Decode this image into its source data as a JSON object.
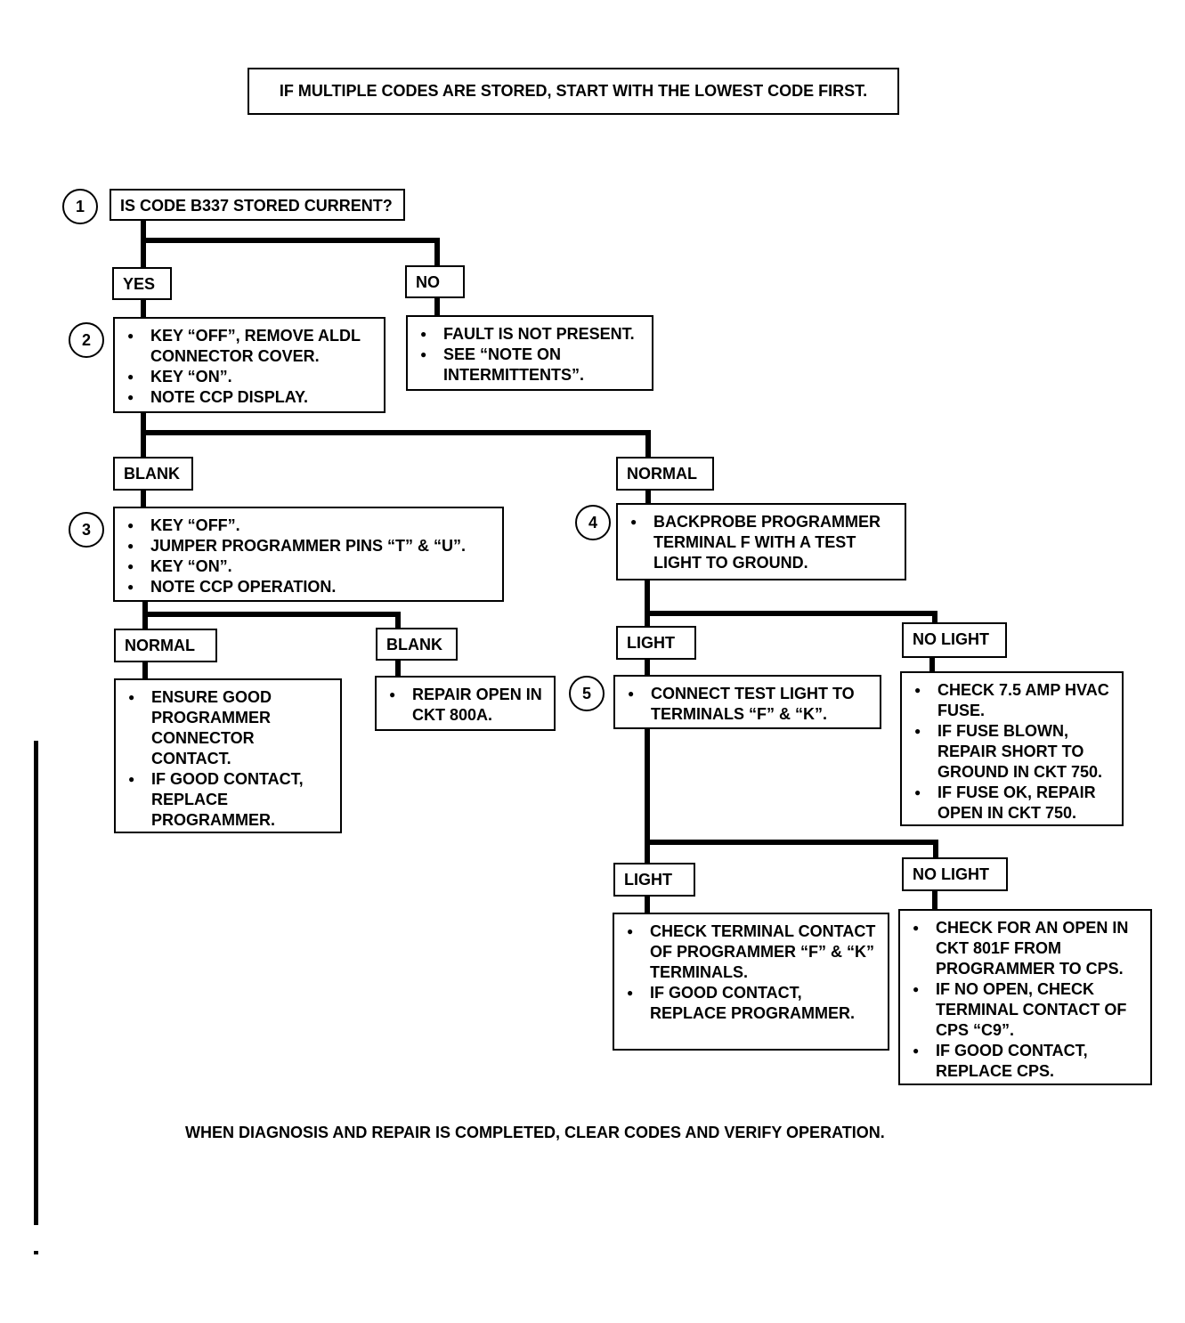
{
  "header_note": "IF MULTIPLE CODES ARE STORED, START WITH THE LOWEST CODE FIRST.",
  "footer_note": "WHEN DIAGNOSIS AND REPAIR IS COMPLETED, CLEAR CODES AND VERIFY OPERATION.",
  "step_numbers": [
    "1",
    "2",
    "3",
    "4",
    "5"
  ],
  "question": "IS CODE B337 STORED CURRENT?",
  "labels": {
    "yes": "YES",
    "no": "NO",
    "blank": "BLANK",
    "normal": "NORMAL",
    "normal2": "NORMAL",
    "blank2": "BLANK",
    "light": "LIGHT",
    "no_light": "NO LIGHT",
    "light2": "LIGHT",
    "no_light2": "NO LIGHT"
  },
  "boxes": {
    "step2": [
      "KEY “OFF”, REMOVE ALDL CONNECTOR COVER.",
      "KEY “ON”.",
      "NOTE CCP DISPLAY."
    ],
    "no_result": [
      "FAULT IS NOT PRESENT.",
      "SEE “NOTE ON INTERMITTENTS”."
    ],
    "step3": [
      "KEY “OFF”.",
      "JUMPER PROGRAMMER PINS “T” & “U”.",
      "KEY “ON”.",
      "NOTE CCP OPERATION."
    ],
    "step4": [
      "BACKPROBE PROGRAMMER TERMINAL F WITH A TEST LIGHT TO GROUND."
    ],
    "normal_result": [
      "ENSURE GOOD PROGRAMMER CONNECTOR CONTACT.",
      "IF GOOD CONTACT, REPLACE PROGRAMMER."
    ],
    "blank_result": [
      "REPAIR OPEN IN CKT 800A."
    ],
    "step5": [
      "CONNECT TEST LIGHT TO TERMINALS “F” & “K”."
    ],
    "no_light_result": [
      "CHECK 7.5 AMP HVAC FUSE.",
      "IF FUSE BLOWN, REPAIR SHORT TO GROUND IN CKT 750.",
      "IF FUSE OK, REPAIR OPEN IN CKT 750."
    ],
    "light_result": [
      "CHECK TERMINAL CONTACT OF PROGRAMMER “F” & “K” TERMINALS.",
      "IF GOOD CONTACT, REPLACE PROGRAMMER."
    ],
    "no_light2_result": [
      "CHECK FOR AN OPEN IN CKT 801F FROM PROGRAMMER TO CPS.",
      "IF NO OPEN, CHECK TERMINAL CONTACT OF CPS “C9”.",
      "IF GOOD CONTACT, REPLACE CPS."
    ]
  }
}
